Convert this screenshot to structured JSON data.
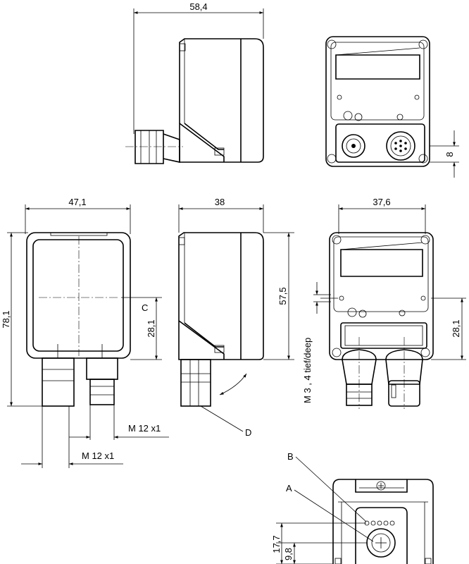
{
  "dimensions": {
    "top_side_width": "58,4",
    "rear_height": "8",
    "front_width": "47,1",
    "front_height": "78,1",
    "front_center_height": "28,1",
    "side_width": "38",
    "side_height": "57,5",
    "rear_width": "37,6",
    "rear_center_height": "28,1",
    "mount_thread": "M 3 ,  4  tief/deep",
    "connector_thread_1": "M 12 x1",
    "connector_thread_2": "M 12 x1",
    "bottom_height_1": "17,7",
    "bottom_height_2": "9,8"
  },
  "labels": {
    "a": "A",
    "b": "B",
    "c": "C",
    "d": "D"
  }
}
